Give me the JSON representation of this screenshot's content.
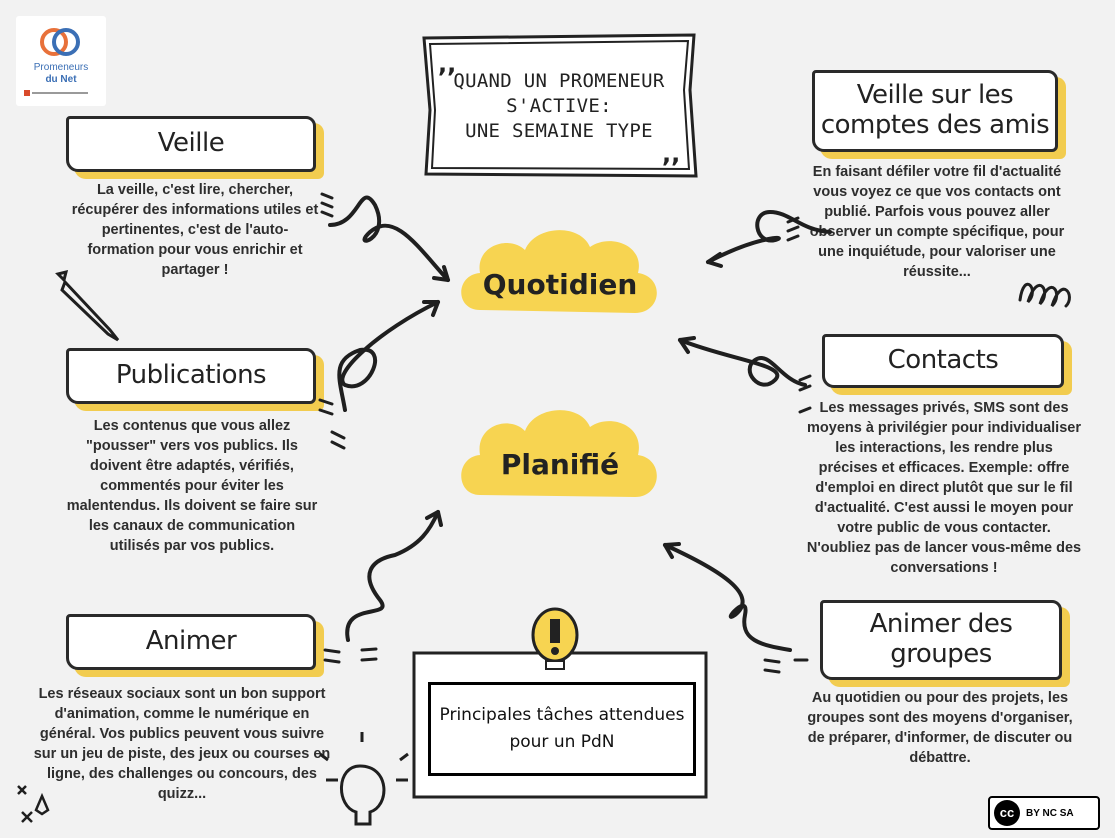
{
  "header": {
    "title_lines": [
      "QUAND UN PROMENEUR",
      "S'ACTIVE:",
      "UNE SEMAINE TYPE"
    ]
  },
  "logo": {
    "line1": "Promeneurs",
    "line2": "du Net"
  },
  "center": {
    "daily_label": "Quotidien",
    "planned_label": "Planifié"
  },
  "sections": {
    "veille": {
      "title": "Veille",
      "text": "La veille, c'est lire, chercher, récupérer des informations utiles et pertinentes, c'est de l'auto-formation pour vous enrichir et partager !"
    },
    "publications": {
      "title": "Publications",
      "text": "Les contenus que vous allez \"pousser\" vers vos publics. Ils doivent être adaptés, vérifiés, commentés pour éviter les malentendus. Ils doivent se faire sur les canaux de communication utilisés par vos publics."
    },
    "animer": {
      "title": "Animer",
      "text": "Les réseaux sociaux sont un bon support d'animation, comme le numérique en général. Vos publics peuvent vous suivre sur un jeu de piste, des jeux ou courses en ligne, des challenges ou concours, des quizz..."
    },
    "veille_amis": {
      "title": "Veille sur les comptes des amis",
      "text": "En faisant défiler votre fil d'actualité vous voyez ce que vos contacts ont publié. Parfois vous pouvez aller observer un compte spécifique, pour une inquiétude, pour valoriser une réussite..."
    },
    "contacts": {
      "title": "Contacts",
      "text": "Les messages privés, SMS sont des moyens à privilégier pour individualiser les interactions, les rendre plus précises et efficaces. Exemple: offre d'emploi en direct plutôt que sur le fil d'actualité. C'est aussi le moyen pour votre public de vous contacter. N'oubliez pas de lancer vous-même des conversations !"
    },
    "animer_groupes": {
      "title": "Animer des groupes",
      "text": "Au quotidien ou pour des projets, les groupes sont des moyens d'organiser, de préparer, d'informer, de discuter ou débattre."
    }
  },
  "tasks": {
    "text": "Principales tâches attendues pour un PdN"
  },
  "license": {
    "badge": "cc",
    "terms": "BY NC SA"
  },
  "colors": {
    "accent_yellow": "#f2cc4f",
    "cloud_yellow": "#f7d451",
    "background": "#f2f2f2",
    "ink": "#222222"
  }
}
